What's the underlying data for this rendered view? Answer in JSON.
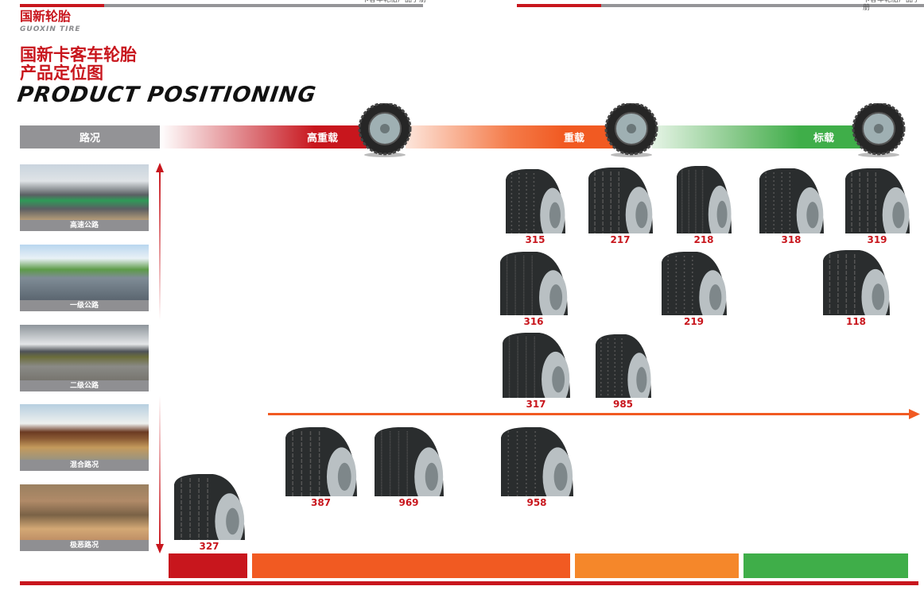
{
  "header": {
    "running_title": "卡客车轮胎产品手册",
    "brand_cn": "国新轮胎",
    "brand_en": "GUOXIN TIRE"
  },
  "title": {
    "line1": "国新卡客车轮胎",
    "line2": "产品定位图",
    "english": "PRODUCT POSITIONING"
  },
  "load_band": {
    "road_label": "路况",
    "levels": [
      "高重载",
      "重载",
      "标载"
    ]
  },
  "roads": [
    "高速公路",
    "一级公路",
    "二级公路",
    "混合路况",
    "极恶路况"
  ],
  "tires": [
    "315",
    "217",
    "218",
    "318",
    "319",
    "316",
    "219",
    "118",
    "317",
    "985",
    "387",
    "969",
    "958",
    "327"
  ],
  "colors": {
    "red": "#c8161d",
    "orange": "#f15a22",
    "light_orange": "#f5872a",
    "green": "#3fae49",
    "gray": "#8f8f92"
  }
}
